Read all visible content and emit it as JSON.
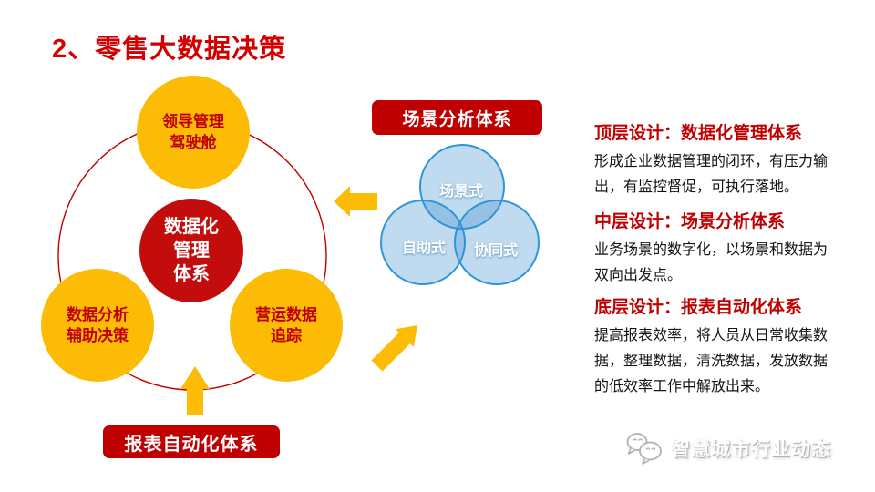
{
  "slide_title": "2、零售大数据决策",
  "cycle": {
    "center_label": "数据化\n管理\n体系",
    "nodes": [
      {
        "label": "领导管理\n驾驶舱"
      },
      {
        "label": "数据分析\n辅助决策"
      },
      {
        "label": "营运数据\n追踪"
      }
    ]
  },
  "banners": {
    "scene": "场景分析体系",
    "report": "报表自动化体系"
  },
  "venn": {
    "labels": [
      "场景式",
      "自助式",
      "协同式"
    ]
  },
  "details": [
    {
      "heading": "顶层设计：数据化管理体系",
      "body": "形成企业数据管理的闭环，有压力输出，有监控督促，可执行落地。"
    },
    {
      "heading": "中层设计：场景分析体系",
      "body": "业务场景的数字化，以场景和数据为双向出发点。"
    },
    {
      "heading": "底层设计：报表自动化体系",
      "body": "提高报表效率，将人员从日常收集数据，整理数据，清洗数据，发放数据的低效率工作中解放出来。"
    }
  ],
  "footer": {
    "brand": "智慧城市行业动态"
  },
  "colors": {
    "accent_red": "#c00000",
    "title_red": "#d40000",
    "node_orange": "#fcbc05",
    "venn_blue_stroke": "#2e96d8",
    "venn_blue_fill": "#3c8ccd"
  }
}
